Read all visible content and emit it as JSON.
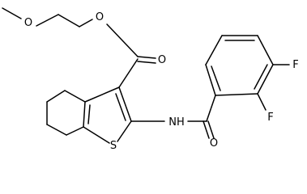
{
  "molecule": {
    "atom_labels": {
      "methoxy_o": "O",
      "ester_o_single": "O",
      "ester_o_double": "O",
      "amide_nh": "NH",
      "amide_o": "O",
      "thiophene_s": "S",
      "fluorine_3": "F",
      "fluorine_2": "F"
    }
  }
}
